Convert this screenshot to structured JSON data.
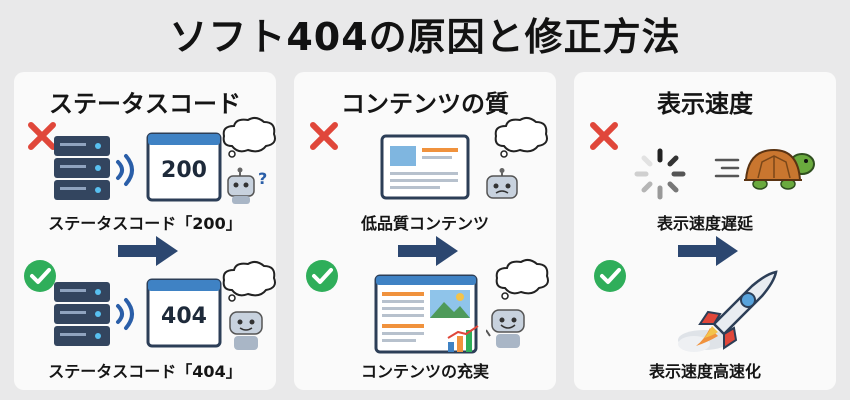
{
  "title": "ソフト404の原因と修正方法",
  "panels": [
    {
      "heading": "ステータスコード",
      "bad_caption": "ステータスコード「200」",
      "bad_screen": "200",
      "good_caption": "ステータスコード「404」",
      "good_screen": "404"
    },
    {
      "heading": "コンテンツの質",
      "bad_caption": "低品質コンテンツ",
      "good_caption": "コンテンツの充実"
    },
    {
      "heading": "表示速度",
      "bad_caption": "表示速度遅延",
      "good_caption": "表示速度高速化"
    }
  ],
  "colors": {
    "bad": "#e0473a",
    "good": "#2fae5a",
    "arrow": "#2c4770",
    "server": "#33455f",
    "screen_bar": "#3f82c4",
    "doc_orange": "#f0923d"
  },
  "icons": [
    "cross-icon",
    "check-icon",
    "server-icon",
    "wifi-icon",
    "browser-window-icon",
    "thought-bubble-icon",
    "robot-icon",
    "arrow-right-icon",
    "document-icon",
    "chart-icon",
    "loading-spinner-icon",
    "turtle-icon",
    "rocket-icon"
  ]
}
